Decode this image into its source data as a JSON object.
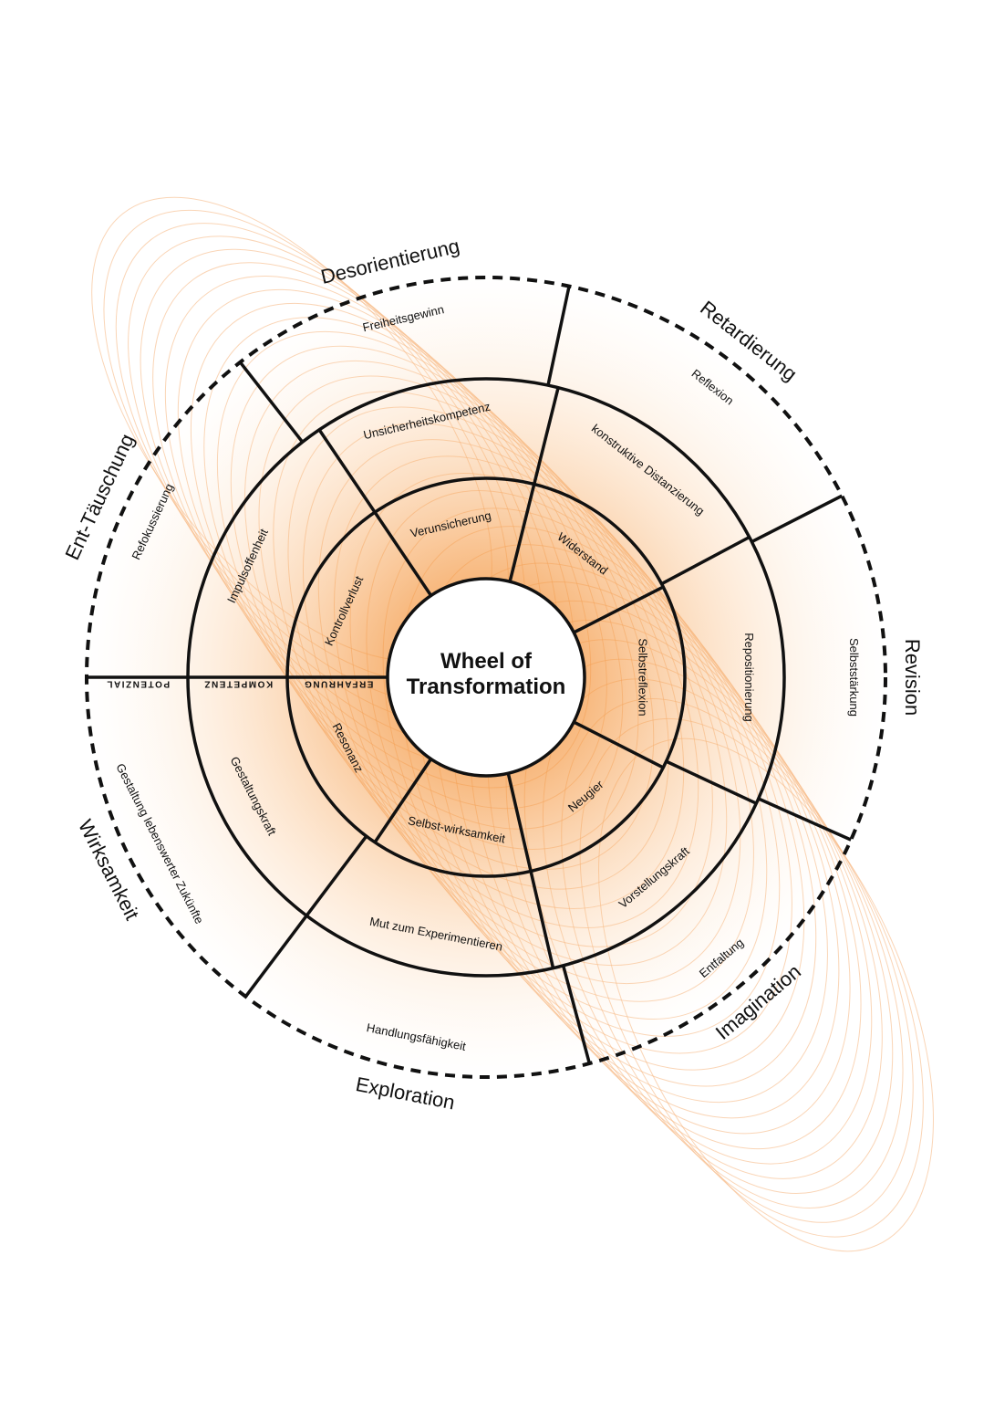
{
  "title_lines": [
    "Wheel of",
    "Transformation"
  ],
  "levels": [
    "ERFAHRUNG",
    "KOMPETENZ",
    "POTENZIAL"
  ],
  "sectors": [
    {
      "outer": "Desorientierung",
      "potenzial": "Freiheitsgewinn",
      "kompetenz": "Unsicherheitskompetenz",
      "erfahrung": "Verunsicherung"
    },
    {
      "outer": "Retardierung",
      "potenzial": "Reflexion",
      "kompetenz": "konstruktive Distanzierung",
      "erfahrung": "Widerstand"
    },
    {
      "outer": "Revision",
      "potenzial": "Selbststärkung",
      "kompetenz": "Repositionierung",
      "erfahrung": "Selbstreflexion"
    },
    {
      "outer": "Imagination",
      "potenzial": "Entfaltung",
      "kompetenz": "Vorstellungskraft",
      "erfahrung": "Neugier"
    },
    {
      "outer": "Exploration",
      "potenzial": "Handlungsfähigkeit",
      "kompetenz": "Mut zum Experimentieren",
      "erfahrung": "Selbst-wirksamkeit"
    },
    {
      "outer": "Wirksamkeit",
      "potenzial": "Gestaltung lebenswerter Zukünfte",
      "kompetenz": "Gestaltungskraft",
      "erfahrung": "Resonanz"
    },
    {
      "outer": "Ent-Täuschung",
      "potenzial": "Refokussierung",
      "kompetenz": "Impulsoffenheit",
      "erfahrung": "Kontrollverlust"
    }
  ],
  "colors": {
    "accent": "#f08a2c",
    "line": "#111111",
    "center_fill": "#ffffff"
  }
}
